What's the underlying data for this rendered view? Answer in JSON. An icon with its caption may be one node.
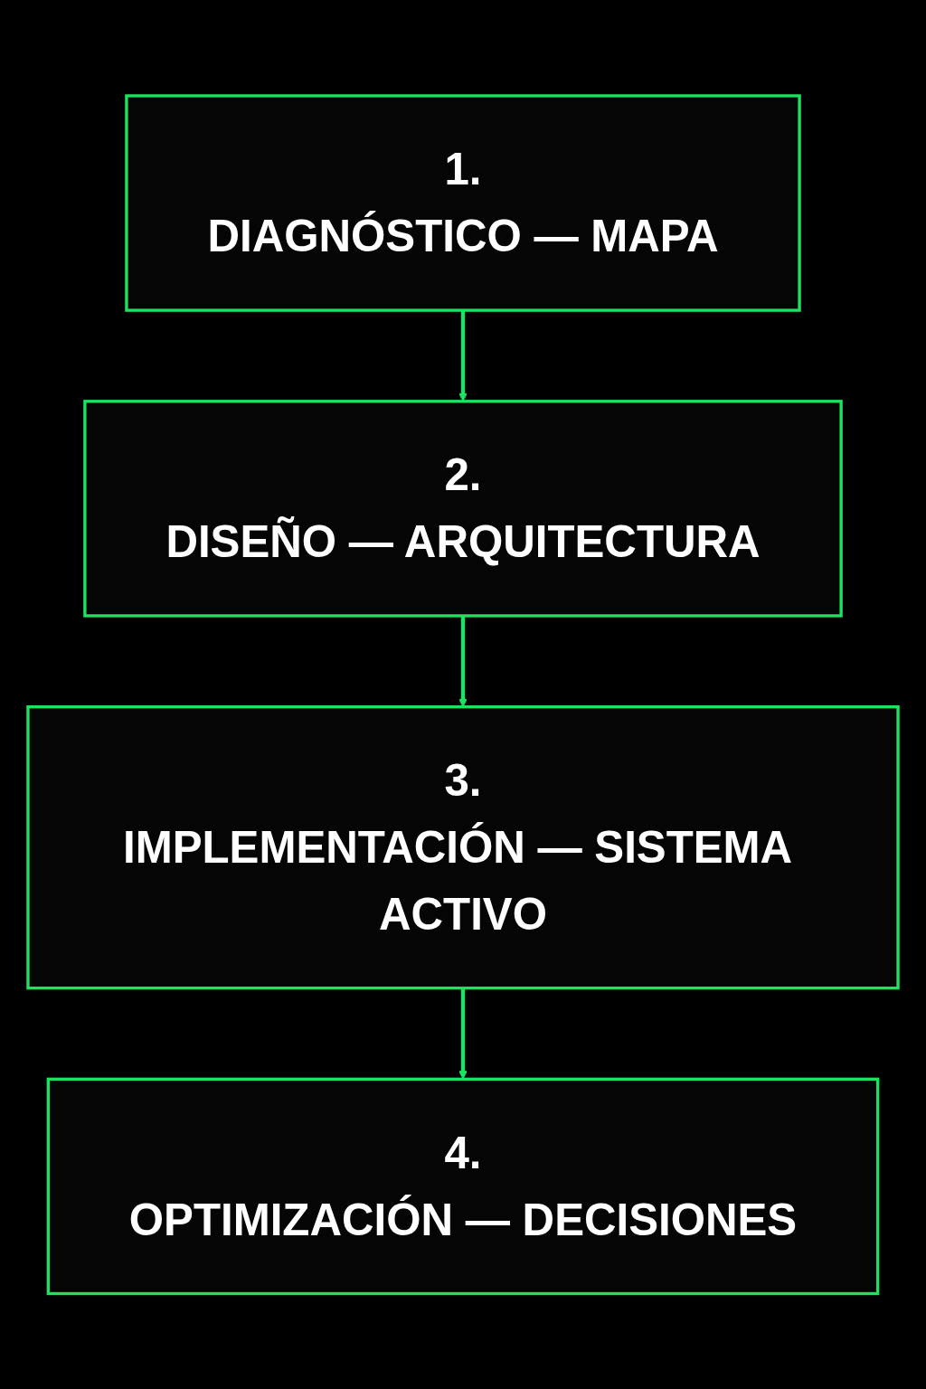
{
  "diagram": {
    "nodes": [
      {
        "text": [
          "1.",
          "DIAGNÓSTICO — MAPA"
        ]
      },
      {
        "text": [
          "2.",
          "DISEÑO — ARQUITECTURA"
        ]
      },
      {
        "text": [
          "3.",
          "IMPLEMENTACIÓN — SISTEMA ACTIVO"
        ]
      },
      {
        "text": [
          "4.",
          "OPTIMIZACIÓN — DECISIONES"
        ]
      }
    ],
    "edges": [
      {
        "from": 0,
        "to": 1,
        "arrow": "to"
      },
      {
        "from": 1,
        "to": 2,
        "arrow": "to"
      },
      {
        "from": 2,
        "to": 3,
        "arrow": "to"
      }
    ]
  }
}
